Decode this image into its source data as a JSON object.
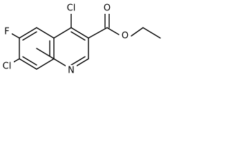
{
  "molecule": {
    "atoms": {
      "cl_top": "Cl",
      "fluorine": "F",
      "cl_bottom": "Cl",
      "nitrogen": "N",
      "carbonyl_oxygen": "O",
      "ester_oxygen": "O"
    }
  }
}
